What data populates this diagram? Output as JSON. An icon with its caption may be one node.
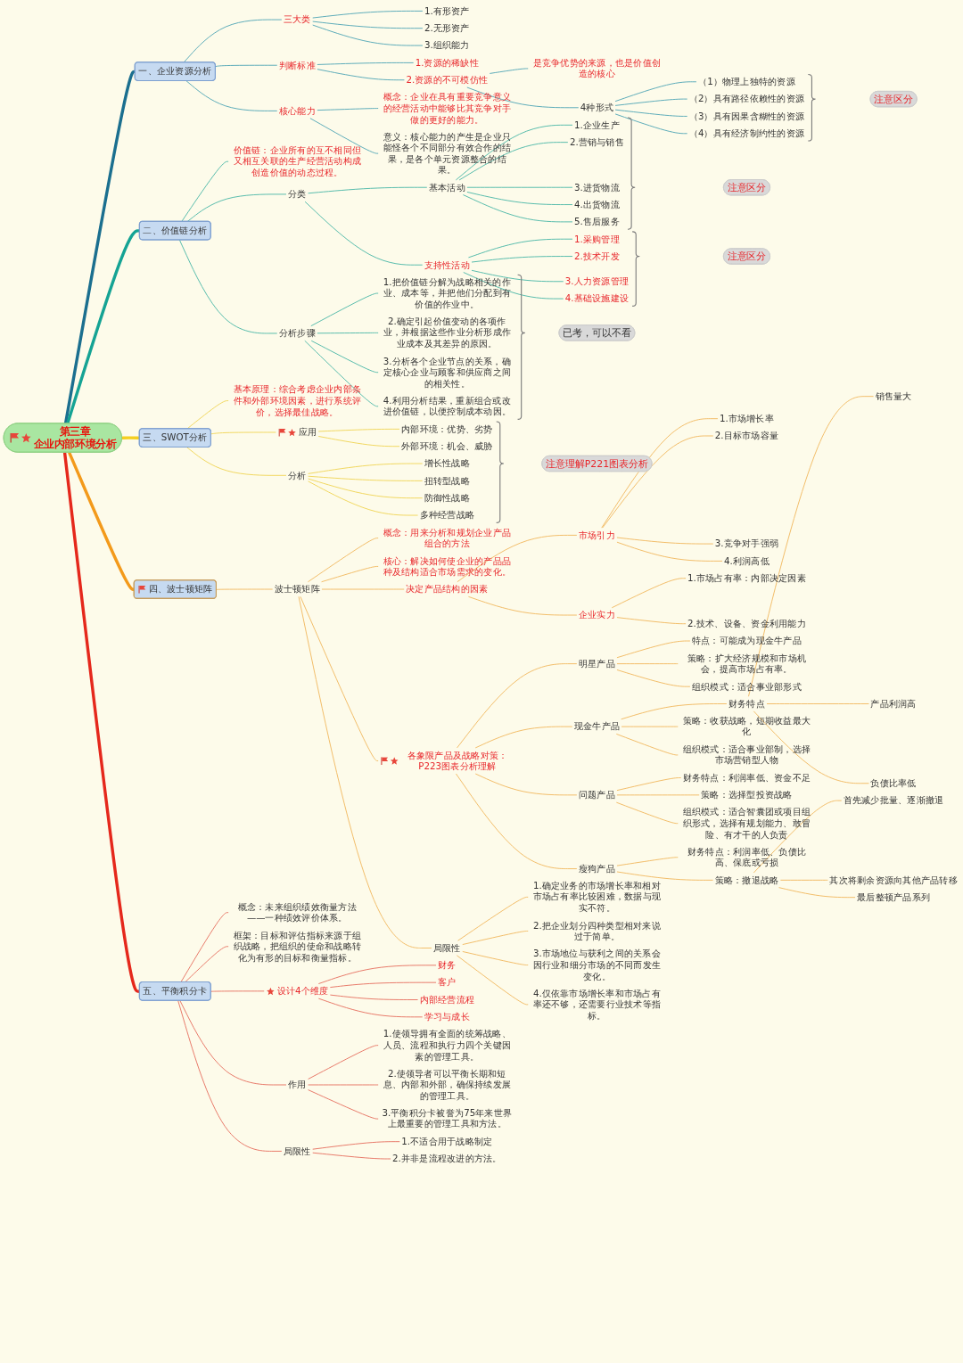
{
  "diagram": {
    "nodes": [
      {
        "text": [
          "第三章",
          "企业内部环境分析"
        ]
      },
      {
        "text": [
          "一、企业资源分析"
        ]
      },
      {
        "text": [
          "三大类"
        ]
      },
      {
        "text": [
          "1.有形资产"
        ]
      },
      {
        "text": [
          "2.无形资产"
        ]
      },
      {
        "text": [
          "3.组织能力"
        ]
      },
      {
        "text": [
          "判断标准"
        ]
      },
      {
        "text": [
          "1.资源的稀缺性"
        ]
      },
      {
        "text": [
          "2.资源的不可模仿性"
        ]
      },
      {
        "text": [
          "是竞争优势的来源，也是价值创造的核心"
        ]
      },
      {
        "text": [
          "4种形式"
        ]
      },
      {
        "text": [
          "（1）物理上独特的资源"
        ]
      },
      {
        "text": [
          "（2）具有路径依赖性的资源"
        ]
      },
      {
        "text": [
          "（3）具有因果含糊性的资源"
        ]
      },
      {
        "text": [
          "（4）具有经济制约性的资源"
        ]
      },
      {
        "text": [
          "注意区分"
        ]
      },
      {
        "text": [
          "核心能力"
        ]
      },
      {
        "text": [
          "概念：企业在具有重要竞争意义的经营活动中能够比其竞争对手做的更好的能力。"
        ]
      },
      {
        "text": [
          "意义：核心能力的产生是企业只能怪各个不同部分有效合作的结果，是各个单元资源整合的结果。"
        ]
      },
      {
        "text": [
          "二、价值链分析"
        ]
      },
      {
        "text": [
          "价值链：企业所有的互不相同但又相互关联的生产经营活动构成创造价值的动态过程。"
        ]
      },
      {
        "text": [
          "分类"
        ]
      },
      {
        "text": [
          "基本活动"
        ]
      },
      {
        "text": [
          "1.企业生产"
        ]
      },
      {
        "text": [
          "2.营销与销售"
        ]
      },
      {
        "text": [
          "3.进货物流"
        ]
      },
      {
        "text": [
          "4.出货物流"
        ]
      },
      {
        "text": [
          "5.售后服务"
        ]
      },
      {
        "text": [
          "注意区分"
        ]
      },
      {
        "text": [
          "支持性活动"
        ]
      },
      {
        "text": [
          "1.采购管理"
        ]
      },
      {
        "text": [
          "2.技术开发"
        ]
      },
      {
        "text": [
          "3.人力资源管理"
        ]
      },
      {
        "text": [
          "4.基础设施建设"
        ]
      },
      {
        "text": [
          "注意区分"
        ]
      },
      {
        "text": [
          "分析步骤"
        ]
      },
      {
        "text": [
          "1.把价值链分解为战略相关的作业、成本等，并把他们分配到有价值的作业中。"
        ]
      },
      {
        "text": [
          "2.确定引起价值变动的各项作业，并根据这些作业分析形成作业成本及其差异的原因。"
        ]
      },
      {
        "text": [
          "3.分析各个企业节点的关系，确定核心企业与顾客和供应商之间的相关性。"
        ]
      },
      {
        "text": [
          "4.利用分析结果，重新组合或改进价值链，以便控制成本动因。"
        ]
      },
      {
        "text": [
          "已考，可以不看"
        ]
      },
      {
        "text": [
          "三、SWOT分析"
        ]
      },
      {
        "text": [
          "基本原理：综合考虑企业内部条件和外部环境因素，进行系统评价，选择最佳战略。"
        ]
      },
      {
        "text": [
          "应用"
        ]
      },
      {
        "text": [
          "内部环境：优势、劣势"
        ]
      },
      {
        "text": [
          "外部环境：机会、威胁"
        ]
      },
      {
        "text": [
          "分析"
        ]
      },
      {
        "text": [
          "增长性战略"
        ]
      },
      {
        "text": [
          "扭转型战略"
        ]
      },
      {
        "text": [
          "防御性战略"
        ]
      },
      {
        "text": [
          "多种经营战略"
        ]
      },
      {
        "text": [
          "注意理解P221图表分析"
        ]
      },
      {
        "text": [
          "四、波士顿矩阵"
        ]
      },
      {
        "text": [
          "波士顿矩阵"
        ]
      },
      {
        "text": [
          "概念：用来分析和规划企业产品组合的方法"
        ]
      },
      {
        "text": [
          "核心：解决如何使企业的产品品种及结构适合市场需求的变化。"
        ]
      },
      {
        "text": [
          "决定产品结构的因素"
        ]
      },
      {
        "text": [
          "市场引力"
        ]
      },
      {
        "text": [
          "1.市场增长率"
        ]
      },
      {
        "text": [
          "2.目标市场容量"
        ]
      },
      {
        "text": [
          "3.竞争对手强弱"
        ]
      },
      {
        "text": [
          "4.利润高低"
        ]
      },
      {
        "text": [
          "企业实力"
        ]
      },
      {
        "text": [
          "1.市场占有率：内部决定因素"
        ]
      },
      {
        "text": [
          "2.技术、设备、资金利用能力"
        ]
      },
      {
        "text": [
          "各象限产品及战略对策：P223图表分析理解"
        ]
      },
      {
        "text": [
          "明星产品"
        ]
      },
      {
        "text": [
          "特点：可能成为现金牛产品"
        ]
      },
      {
        "text": [
          "策略：扩大经济规模和市场机会，提高市场占有率。"
        ]
      },
      {
        "text": [
          "组织模式：适合事业部形式"
        ]
      },
      {
        "text": [
          "现金牛产品"
        ]
      },
      {
        "text": [
          "财务特点"
        ]
      },
      {
        "text": [
          "销售量大"
        ]
      },
      {
        "text": [
          "产品利润高"
        ]
      },
      {
        "text": [
          "负债比率低"
        ]
      },
      {
        "text": [
          "策略：收获战略，短期收益最大化"
        ]
      },
      {
        "text": [
          "组织模式：适合事业部制，选择市场营销型人物"
        ]
      },
      {
        "text": [
          "问题产品"
        ]
      },
      {
        "text": [
          "财务特点：利润率低、资金不足"
        ]
      },
      {
        "text": [
          "策略：选择型投资战略"
        ]
      },
      {
        "text": [
          "组织模式：适合智囊团或项目组织形式，选择有规划能力、敢冒险、有才干的人负责"
        ]
      },
      {
        "text": [
          "瘦狗产品"
        ]
      },
      {
        "text": [
          "财务特点：利润率低、负债比高、保底或亏损"
        ]
      },
      {
        "text": [
          "策略：撤退战略"
        ]
      },
      {
        "text": [
          "首先减少批量、逐渐撤退"
        ]
      },
      {
        "text": [
          "其次将剩余资源向其他产品转移"
        ]
      },
      {
        "text": [
          "最后整顿产品系列"
        ]
      },
      {
        "text": [
          "局限性"
        ]
      },
      {
        "text": [
          "1.确定业务的市场增长率和相对市场占有率比较困难，数据与现实不符。"
        ]
      },
      {
        "text": [
          "2.把企业划分四种类型相对来说过于简单。"
        ]
      },
      {
        "text": [
          "3.市场地位与获利之间的关系会因行业和细分市场的不同而发生变化。"
        ]
      },
      {
        "text": [
          "4.仅依靠市场增长率和市场占有率还不够，还需要行业技术等指标。"
        ]
      },
      {
        "text": [
          "五、平衡积分卡"
        ]
      },
      {
        "text": [
          "概念：未来组织绩效衡量方法——一种绩效评价体系。"
        ]
      },
      {
        "text": [
          "框架：目标和评估指标来源于组织战略，把组织的使命和战略转化为有形的目标和衡量指标。"
        ]
      },
      {
        "text": [
          "设计4个维度"
        ]
      },
      {
        "text": [
          "财务"
        ]
      },
      {
        "text": [
          "客户"
        ]
      },
      {
        "text": [
          "内部经营流程"
        ]
      },
      {
        "text": [
          "学习与成长"
        ]
      },
      {
        "text": [
          "作用"
        ]
      },
      {
        "text": [
          "1.使领导拥有全面的统筹战略、人员、流程和执行力四个关键因素的管理工具。"
        ]
      },
      {
        "text": [
          "2.使领导者可以平衡长期和短息、内部和外部，确保持续发展的管理工具。"
        ]
      },
      {
        "text": [
          "3.平衡积分卡被誉为75年来世界上最重要的管理工具和方法。"
        ]
      },
      {
        "text": [
          "局限性"
        ]
      },
      {
        "text": [
          "1.不适合用于战略制定"
        ]
      },
      {
        "text": [
          "2.并非是流程改进的方法。"
        ]
      }
    ],
    "edges": [
      {
        "from": 0,
        "to": 1,
        "arrow": "none",
        "style": "thick",
        "color": "#1b6f8f"
      },
      {
        "from": 1,
        "to": 2,
        "arrow": "none",
        "color": "#4ba3b3"
      },
      {
        "from": 2,
        "to": 3,
        "arrow": "none",
        "color": "#4ba3b3"
      },
      {
        "from": 2,
        "to": 4,
        "arrow": "none",
        "color": "#4ba3b3"
      },
      {
        "from": 2,
        "to": 5,
        "arrow": "none",
        "color": "#4ba3b3"
      },
      {
        "from": 1,
        "to": 6,
        "arrow": "none",
        "color": "#4ba3b3"
      },
      {
        "from": 6,
        "to": 7,
        "arrow": "none",
        "color": "#4ba3b3"
      },
      {
        "from": 6,
        "to": 8,
        "arrow": "none",
        "color": "#4ba3b3"
      },
      {
        "from": 8,
        "to": 9,
        "arrow": "none",
        "color": "#4ba3b3"
      },
      {
        "from": 8,
        "to": 10,
        "arrow": "none",
        "color": "#4ba3b3"
      },
      {
        "from": 10,
        "to": 11,
        "arrow": "none",
        "color": "#4ba3b3"
      },
      {
        "from": 10,
        "to": 12,
        "arrow": "none",
        "color": "#4ba3b3"
      },
      {
        "from": 10,
        "to": 13,
        "arrow": "none",
        "color": "#4ba3b3"
      },
      {
        "from": 10,
        "to": 14,
        "arrow": "none",
        "color": "#4ba3b3"
      },
      {
        "from": 1,
        "to": 16,
        "arrow": "none",
        "color": "#4ba3b3"
      },
      {
        "from": 16,
        "to": 17,
        "arrow": "none",
        "color": "#4ba3b3"
      },
      {
        "from": 16,
        "to": 18,
        "arrow": "none",
        "color": "#4ba3b3"
      },
      {
        "from": 0,
        "to": 19,
        "arrow": "none",
        "style": "thick",
        "color": "#15a394"
      },
      {
        "from": 19,
        "to": 20,
        "arrow": "none",
        "color": "#45b5a5"
      },
      {
        "from": 19,
        "to": 21,
        "arrow": "none",
        "color": "#45b5a5"
      },
      {
        "from": 21,
        "to": 22,
        "arrow": "none",
        "color": "#45b5a5"
      },
      {
        "from": 22,
        "to": 23,
        "arrow": "none",
        "color": "#45b5a5"
      },
      {
        "from": 22,
        "to": 24,
        "arrow": "none",
        "color": "#45b5a5"
      },
      {
        "from": 22,
        "to": 25,
        "arrow": "none",
        "color": "#45b5a5"
      },
      {
        "from": 22,
        "to": 26,
        "arrow": "none",
        "color": "#45b5a5"
      },
      {
        "from": 22,
        "to": 27,
        "arrow": "none",
        "color": "#45b5a5"
      },
      {
        "from": 21,
        "to": 29,
        "arrow": "none",
        "color": "#45b5a5"
      },
      {
        "from": 29,
        "to": 30,
        "arrow": "none",
        "color": "#45b5a5"
      },
      {
        "from": 29,
        "to": 31,
        "arrow": "none",
        "color": "#45b5a5"
      },
      {
        "from": 29,
        "to": 32,
        "arrow": "none",
        "color": "#45b5a5"
      },
      {
        "from": 29,
        "to": 33,
        "arrow": "none",
        "color": "#45b5a5"
      },
      {
        "from": 19,
        "to": 35,
        "arrow": "none",
        "color": "#45b5a5"
      },
      {
        "from": 35,
        "to": 36,
        "arrow": "none",
        "color": "#45b5a5"
      },
      {
        "from": 35,
        "to": 37,
        "arrow": "none",
        "color": "#45b5a5"
      },
      {
        "from": 35,
        "to": 38,
        "arrow": "none",
        "color": "#45b5a5"
      },
      {
        "from": 35,
        "to": 39,
        "arrow": "none",
        "color": "#45b5a5"
      },
      {
        "from": 0,
        "to": 41,
        "arrow": "none",
        "style": "thick",
        "color": "#f5cf1f"
      },
      {
        "from": 41,
        "to": 42,
        "arrow": "none",
        "color": "#efd350"
      },
      {
        "from": 41,
        "to": 43,
        "arrow": "none",
        "color": "#efd350"
      },
      {
        "from": 43,
        "to": 44,
        "arrow": "none",
        "color": "#efd350"
      },
      {
        "from": 43,
        "to": 45,
        "arrow": "none",
        "color": "#efd350"
      },
      {
        "from": 41,
        "to": 46,
        "arrow": "none",
        "color": "#efd350"
      },
      {
        "from": 46,
        "to": 47,
        "arrow": "none",
        "color": "#efd350"
      },
      {
        "from": 46,
        "to": 48,
        "arrow": "none",
        "color": "#efd350"
      },
      {
        "from": 46,
        "to": 49,
        "arrow": "none",
        "color": "#efd350"
      },
      {
        "from": 46,
        "to": 50,
        "arrow": "none",
        "color": "#efd350"
      },
      {
        "from": 0,
        "to": 52,
        "arrow": "none",
        "style": "thick",
        "color": "#f39a1b"
      },
      {
        "from": 52,
        "to": 53,
        "arrow": "none"
      },
      {
        "from": 53,
        "to": 54,
        "arrow": "none"
      },
      {
        "from": 53,
        "to": 55,
        "arrow": "none"
      },
      {
        "from": 53,
        "to": 56,
        "arrow": "none"
      },
      {
        "from": 56,
        "to": 57,
        "arrow": "none"
      },
      {
        "from": 57,
        "to": 58,
        "arrow": "none"
      },
      {
        "from": 57,
        "to": 59,
        "arrow": "none"
      },
      {
        "from": 57,
        "to": 60,
        "arrow": "none"
      },
      {
        "from": 57,
        "to": 61,
        "arrow": "none"
      },
      {
        "from": 56,
        "to": 62,
        "arrow": "none"
      },
      {
        "from": 62,
        "to": 63,
        "arrow": "none"
      },
      {
        "from": 62,
        "to": 64,
        "arrow": "none"
      },
      {
        "from": 53,
        "to": 65,
        "arrow": "none"
      },
      {
        "from": 65,
        "to": 66,
        "arrow": "none"
      },
      {
        "from": 66,
        "to": 67,
        "arrow": "none"
      },
      {
        "from": 66,
        "to": 68,
        "arrow": "none"
      },
      {
        "from": 66,
        "to": 69,
        "arrow": "none"
      },
      {
        "from": 65,
        "to": 70,
        "arrow": "none"
      },
      {
        "from": 70,
        "to": 71,
        "arrow": "none"
      },
      {
        "from": 71,
        "to": 72,
        "arrow": "none"
      },
      {
        "from": 71,
        "to": 73,
        "arrow": "none"
      },
      {
        "from": 71,
        "to": 74,
        "arrow": "none"
      },
      {
        "from": 70,
        "to": 75,
        "arrow": "none"
      },
      {
        "from": 70,
        "to": 76,
        "arrow": "none"
      },
      {
        "from": 65,
        "to": 77,
        "arrow": "none"
      },
      {
        "from": 77,
        "to": 78,
        "arrow": "none"
      },
      {
        "from": 77,
        "to": 79,
        "arrow": "none"
      },
      {
        "from": 77,
        "to": 80,
        "arrow": "none"
      },
      {
        "from": 65,
        "to": 81,
        "arrow": "none"
      },
      {
        "from": 81,
        "to": 82,
        "arrow": "none"
      },
      {
        "from": 81,
        "to": 83,
        "arrow": "none"
      },
      {
        "from": 83,
        "to": 84,
        "arrow": "none"
      },
      {
        "from": 83,
        "to": 85,
        "arrow": "none"
      },
      {
        "from": 83,
        "to": 86,
        "arrow": "none"
      },
      {
        "from": 53,
        "to": 87,
        "arrow": "none"
      },
      {
        "from": 87,
        "to": 88,
        "arrow": "none"
      },
      {
        "from": 87,
        "to": 89,
        "arrow": "none"
      },
      {
        "from": 87,
        "to": 90,
        "arrow": "none"
      },
      {
        "from": 87,
        "to": 91,
        "arrow": "none"
      },
      {
        "from": 0,
        "to": 92,
        "arrow": "none",
        "style": "thick",
        "color": "#e5281c"
      },
      {
        "from": 92,
        "to": 93,
        "arrow": "none",
        "color": "#e56b5b"
      },
      {
        "from": 92,
        "to": 94,
        "arrow": "none",
        "color": "#e56b5b"
      },
      {
        "from": 92,
        "to": 95,
        "arrow": "none",
        "color": "#e56b5b"
      },
      {
        "from": 95,
        "to": 96,
        "arrow": "none",
        "color": "#e56b5b"
      },
      {
        "from": 95,
        "to": 97,
        "arrow": "none",
        "color": "#e56b5b"
      },
      {
        "from": 95,
        "to": 98,
        "arrow": "none",
        "color": "#e56b5b"
      },
      {
        "from": 95,
        "to": 99,
        "arrow": "none",
        "color": "#e56b5b"
      },
      {
        "from": 92,
        "to": 100,
        "arrow": "none",
        "color": "#e56b5b"
      },
      {
        "from": 100,
        "to": 101,
        "arrow": "none",
        "color": "#e56b5b"
      },
      {
        "from": 100,
        "to": 102,
        "arrow": "none",
        "color": "#e56b5b"
      },
      {
        "from": 100,
        "to": 103,
        "arrow": "none",
        "color": "#e56b5b"
      },
      {
        "from": 92,
        "to": 104,
        "arrow": "none",
        "color": "#e56b5b"
      },
      {
        "from": 104,
        "to": 105,
        "arrow": "none",
        "color": "#e56b5b"
      },
      {
        "from": 104,
        "to": 106,
        "arrow": "none",
        "color": "#e56b5b"
      }
    ]
  }
}
